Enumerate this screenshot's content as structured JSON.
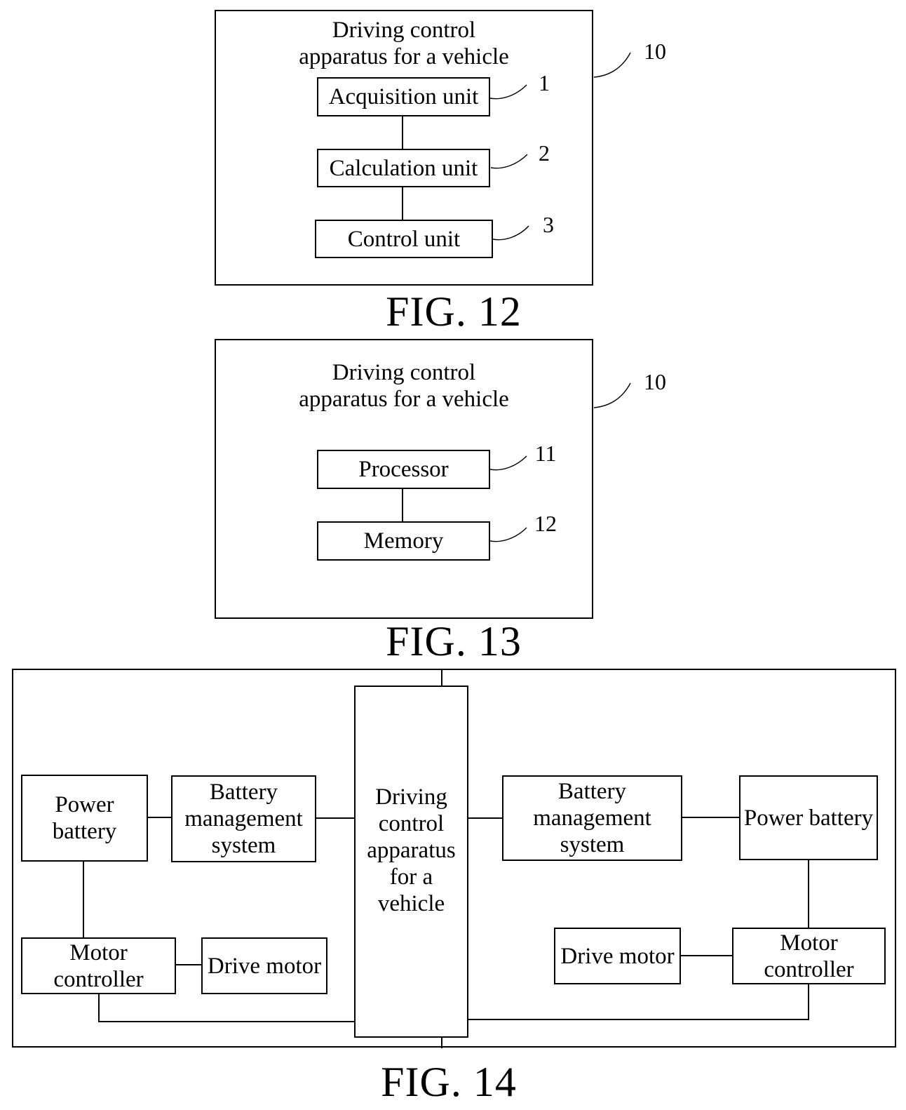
{
  "fig12": {
    "title_lines": [
      "Driving control",
      "apparatus for a vehicle"
    ],
    "apparatus_ref": "10",
    "units": [
      {
        "label": "Acquisition unit",
        "ref": "1"
      },
      {
        "label": "Calculation unit",
        "ref": "2"
      },
      {
        "label": "Control unit",
        "ref": "3"
      }
    ],
    "caption": "FIG. 12"
  },
  "fig13": {
    "title_lines": [
      "Driving control",
      "apparatus for a vehicle"
    ],
    "apparatus_ref": "10",
    "units": [
      {
        "label": "Processor",
        "ref": "11"
      },
      {
        "label": "Memory",
        "ref": "12"
      }
    ],
    "caption": "FIG. 13"
  },
  "fig14": {
    "center_label": "Driving control apparatus for a vehicle",
    "labels": {
      "power_battery": "Power battery",
      "battery_management_system": "Battery management system",
      "motor_controller": "Motor controller",
      "drive_motor": "Drive motor"
    },
    "caption": "FIG. 14"
  },
  "colors": {
    "line": "#000000",
    "background": "#ffffff"
  }
}
